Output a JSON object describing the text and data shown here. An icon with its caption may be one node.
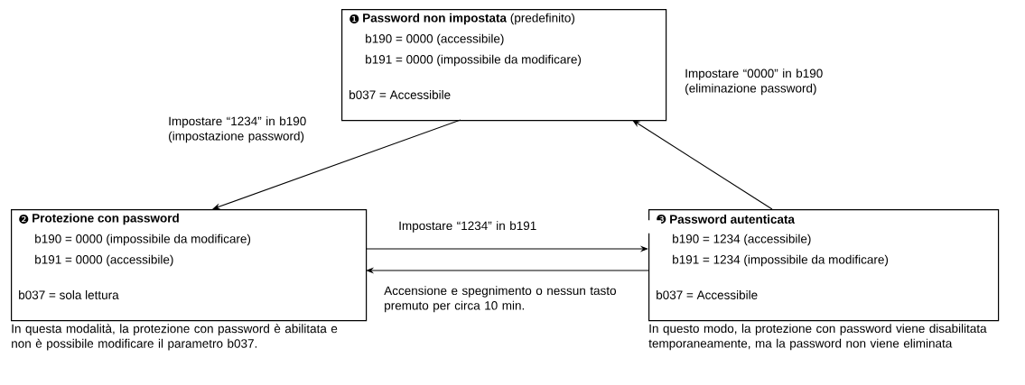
{
  "diagram": {
    "nodes": [
      {
        "text": [
          "❶",
          "**Password non impostata** (predefinito)",
          "b190 = 0000 (accessibile)",
          "b191 = 0000 (impossibile da modificare)",
          "b037 = Accessibile"
        ]
      },
      {
        "text": [
          "❷",
          "Protezione con password",
          "b190 = 0000 (impossibile da modificare)",
          "b191 = 0000 (accessibile)",
          "b037 = sola lettura"
        ],
        "beside": [
          "In questa modalità, la protezione con password è abilitata e non è possibile modificare il parametro b037."
        ]
      },
      {
        "text": [
          "❸",
          "Password autenticata",
          "b190 = 1234 (accessibile)",
          "b191 = 1234 (impossibile da modificare)",
          "b037 = Accessibile"
        ],
        "beside": [
          "In questo modo, la protezione con password viene disabilitata temporaneamente, ma la password non viene eliminata"
        ]
      }
    ],
    "edges": [
      {
        "from": 0,
        "to": 1,
        "arrow": "to",
        "label": "Impostare “1234” in b190 (impostazione password)"
      },
      {
        "from": 2,
        "to": 0,
        "arrow": "to",
        "label": "Impostare “0000” in b190 (eliminazione password)"
      },
      {
        "from": 1,
        "to": 2,
        "arrow": "to",
        "label": "Impostare “1234” in b191"
      },
      {
        "from": 2,
        "to": 1,
        "arrow": "to",
        "label": "Accensione e spegnimento o nessun tasto premuto per circa 10 min."
      }
    ]
  }
}
